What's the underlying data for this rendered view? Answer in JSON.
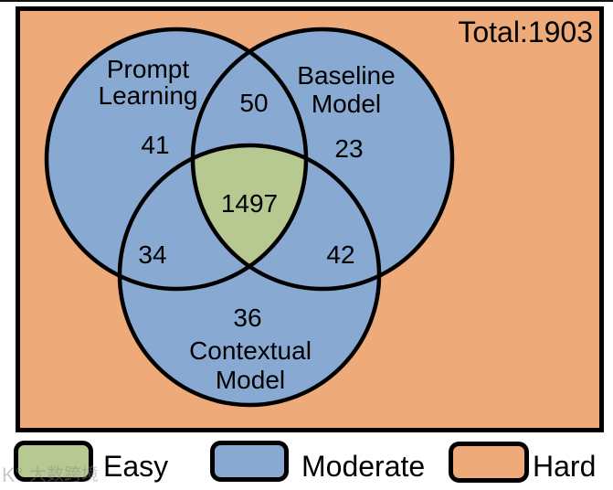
{
  "chart_data": {
    "type": "venn",
    "total_label": "Total:1903",
    "total_value": 1903,
    "sets": [
      {
        "name": "Prompt Learning",
        "line1": "Prompt",
        "line2": "Learning",
        "only": 41
      },
      {
        "name": "Baseline Model",
        "line1": "Baseline",
        "line2": "Model",
        "only": 23
      },
      {
        "name": "Contextual Model",
        "line1": "Contextual",
        "line2": "Model",
        "only": 36
      }
    ],
    "overlaps": {
      "prompt_baseline": 50,
      "prompt_contextual": 34,
      "baseline_contextual": 42,
      "all_three": 1497
    },
    "legend": [
      {
        "label": "Easy",
        "color": "#b7c890"
      },
      {
        "label": "Moderate",
        "color": "#88aad2"
      },
      {
        "label": "Hard",
        "color": "#eeaa78"
      }
    ],
    "colors": {
      "easy": "#b7c890",
      "moderate": "#88aad2",
      "hard": "#eeaa78",
      "outline": "#000000"
    }
  },
  "watermark": {
    "logo": "K°",
    "text": "大数跨境"
  }
}
